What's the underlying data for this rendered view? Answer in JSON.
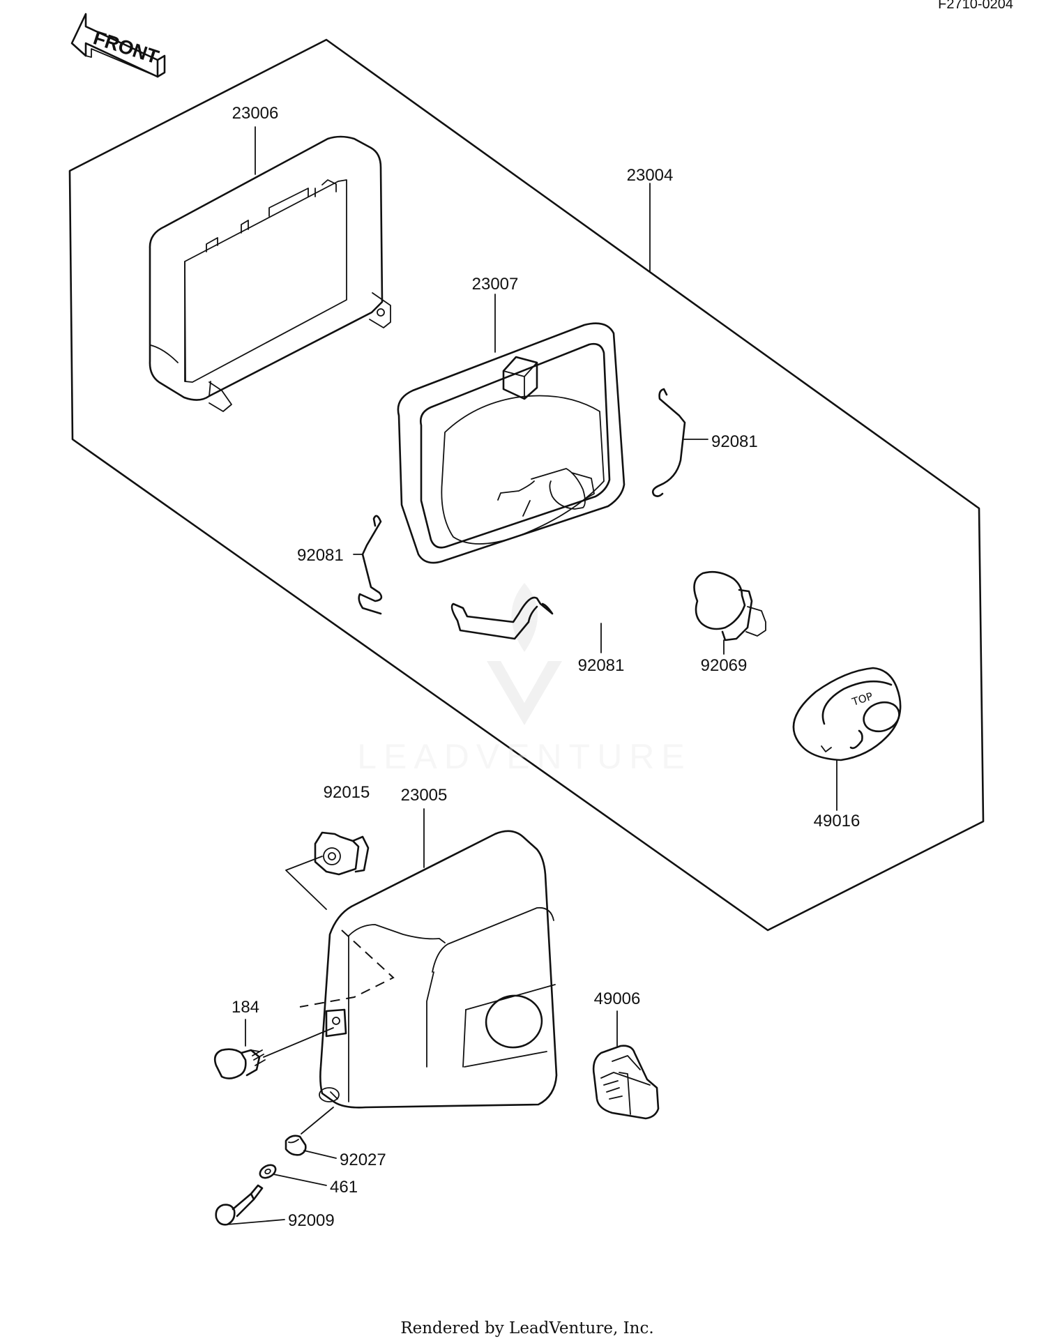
{
  "diagram_code": "F2710-0204",
  "front_label": "FRONT",
  "watermark_text": "LEADVENTURE",
  "footer_text": "Rendered by LeadVenture, Inc.",
  "socket_marking": "TOP",
  "parts": {
    "rim": "23006",
    "assembly": "23004",
    "unit": "23007",
    "spring_right": "92081",
    "spring_left": "92081",
    "spring_bottom": "92081",
    "bulb": "92069",
    "socket_cover": "49016",
    "nut": "92015",
    "housing": "23005",
    "bolt": "184",
    "grommet": "49006",
    "collar": "92027",
    "washer": "461",
    "screw": "92009"
  }
}
